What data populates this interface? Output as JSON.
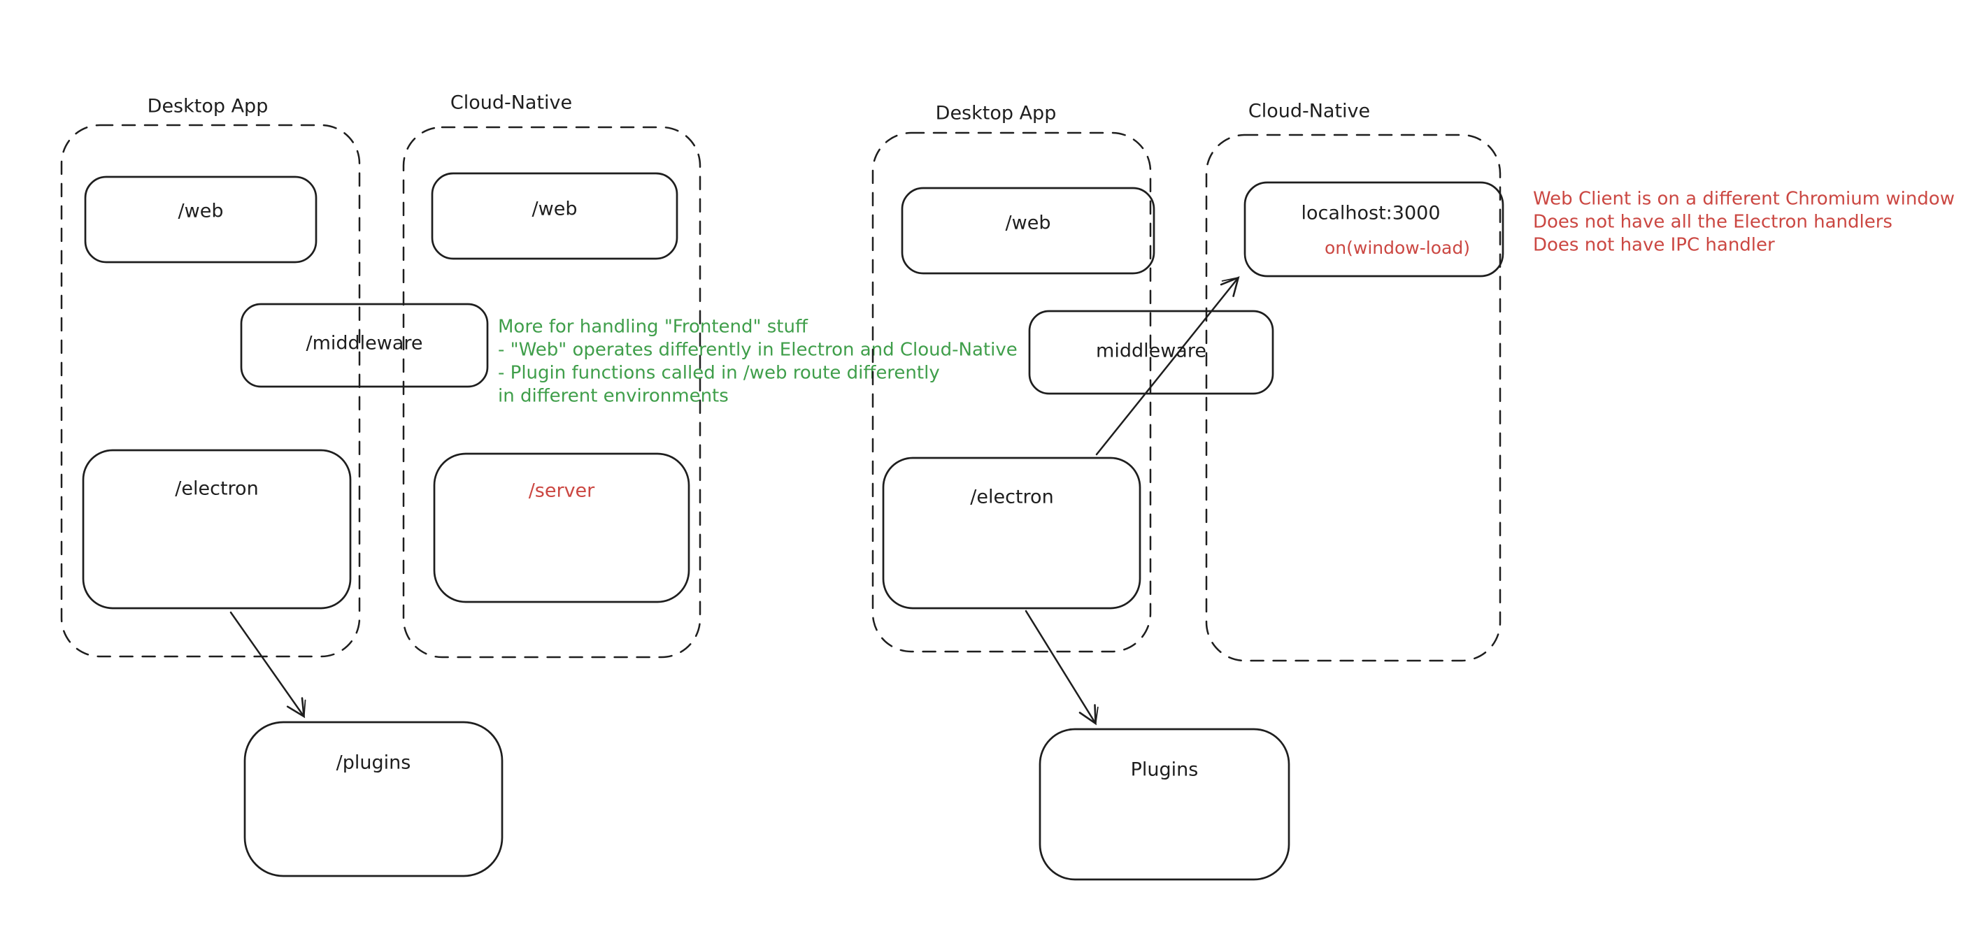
{
  "colors": {
    "ink": "#1e1e1e",
    "green": "#3f9e4a",
    "red": "#cb4742",
    "background": "#ffffff"
  },
  "left_diagram": {
    "desktop_group_label": "Desktop App",
    "cloud_group_label": "Cloud-Native",
    "desktop_web_label": "/web",
    "cloud_web_label": "/web",
    "middleware_label": "/middleware",
    "electron_label": "/electron",
    "server_label": "/server",
    "plugins_label": "/plugins",
    "note_lines": [
      "More for handling \"Frontend\" stuff",
      "- \"Web\" operates differently in Electron and Cloud-Native",
      "- Plugin functions called in /web route differently",
      "in different environments"
    ]
  },
  "right_diagram": {
    "desktop_group_label": "Desktop App",
    "cloud_group_label": "Cloud-Native",
    "desktop_web_label": "/web",
    "localhost_label": "localhost:3000",
    "window_load_label": "on(window-load)",
    "middleware_label": "middleware",
    "electron_label": "/electron",
    "plugins_label": "Plugins",
    "note_lines": [
      "Web Client is on a different Chromium window",
      "Does not have all the Electron handlers",
      "Does not have IPC handler"
    ]
  }
}
